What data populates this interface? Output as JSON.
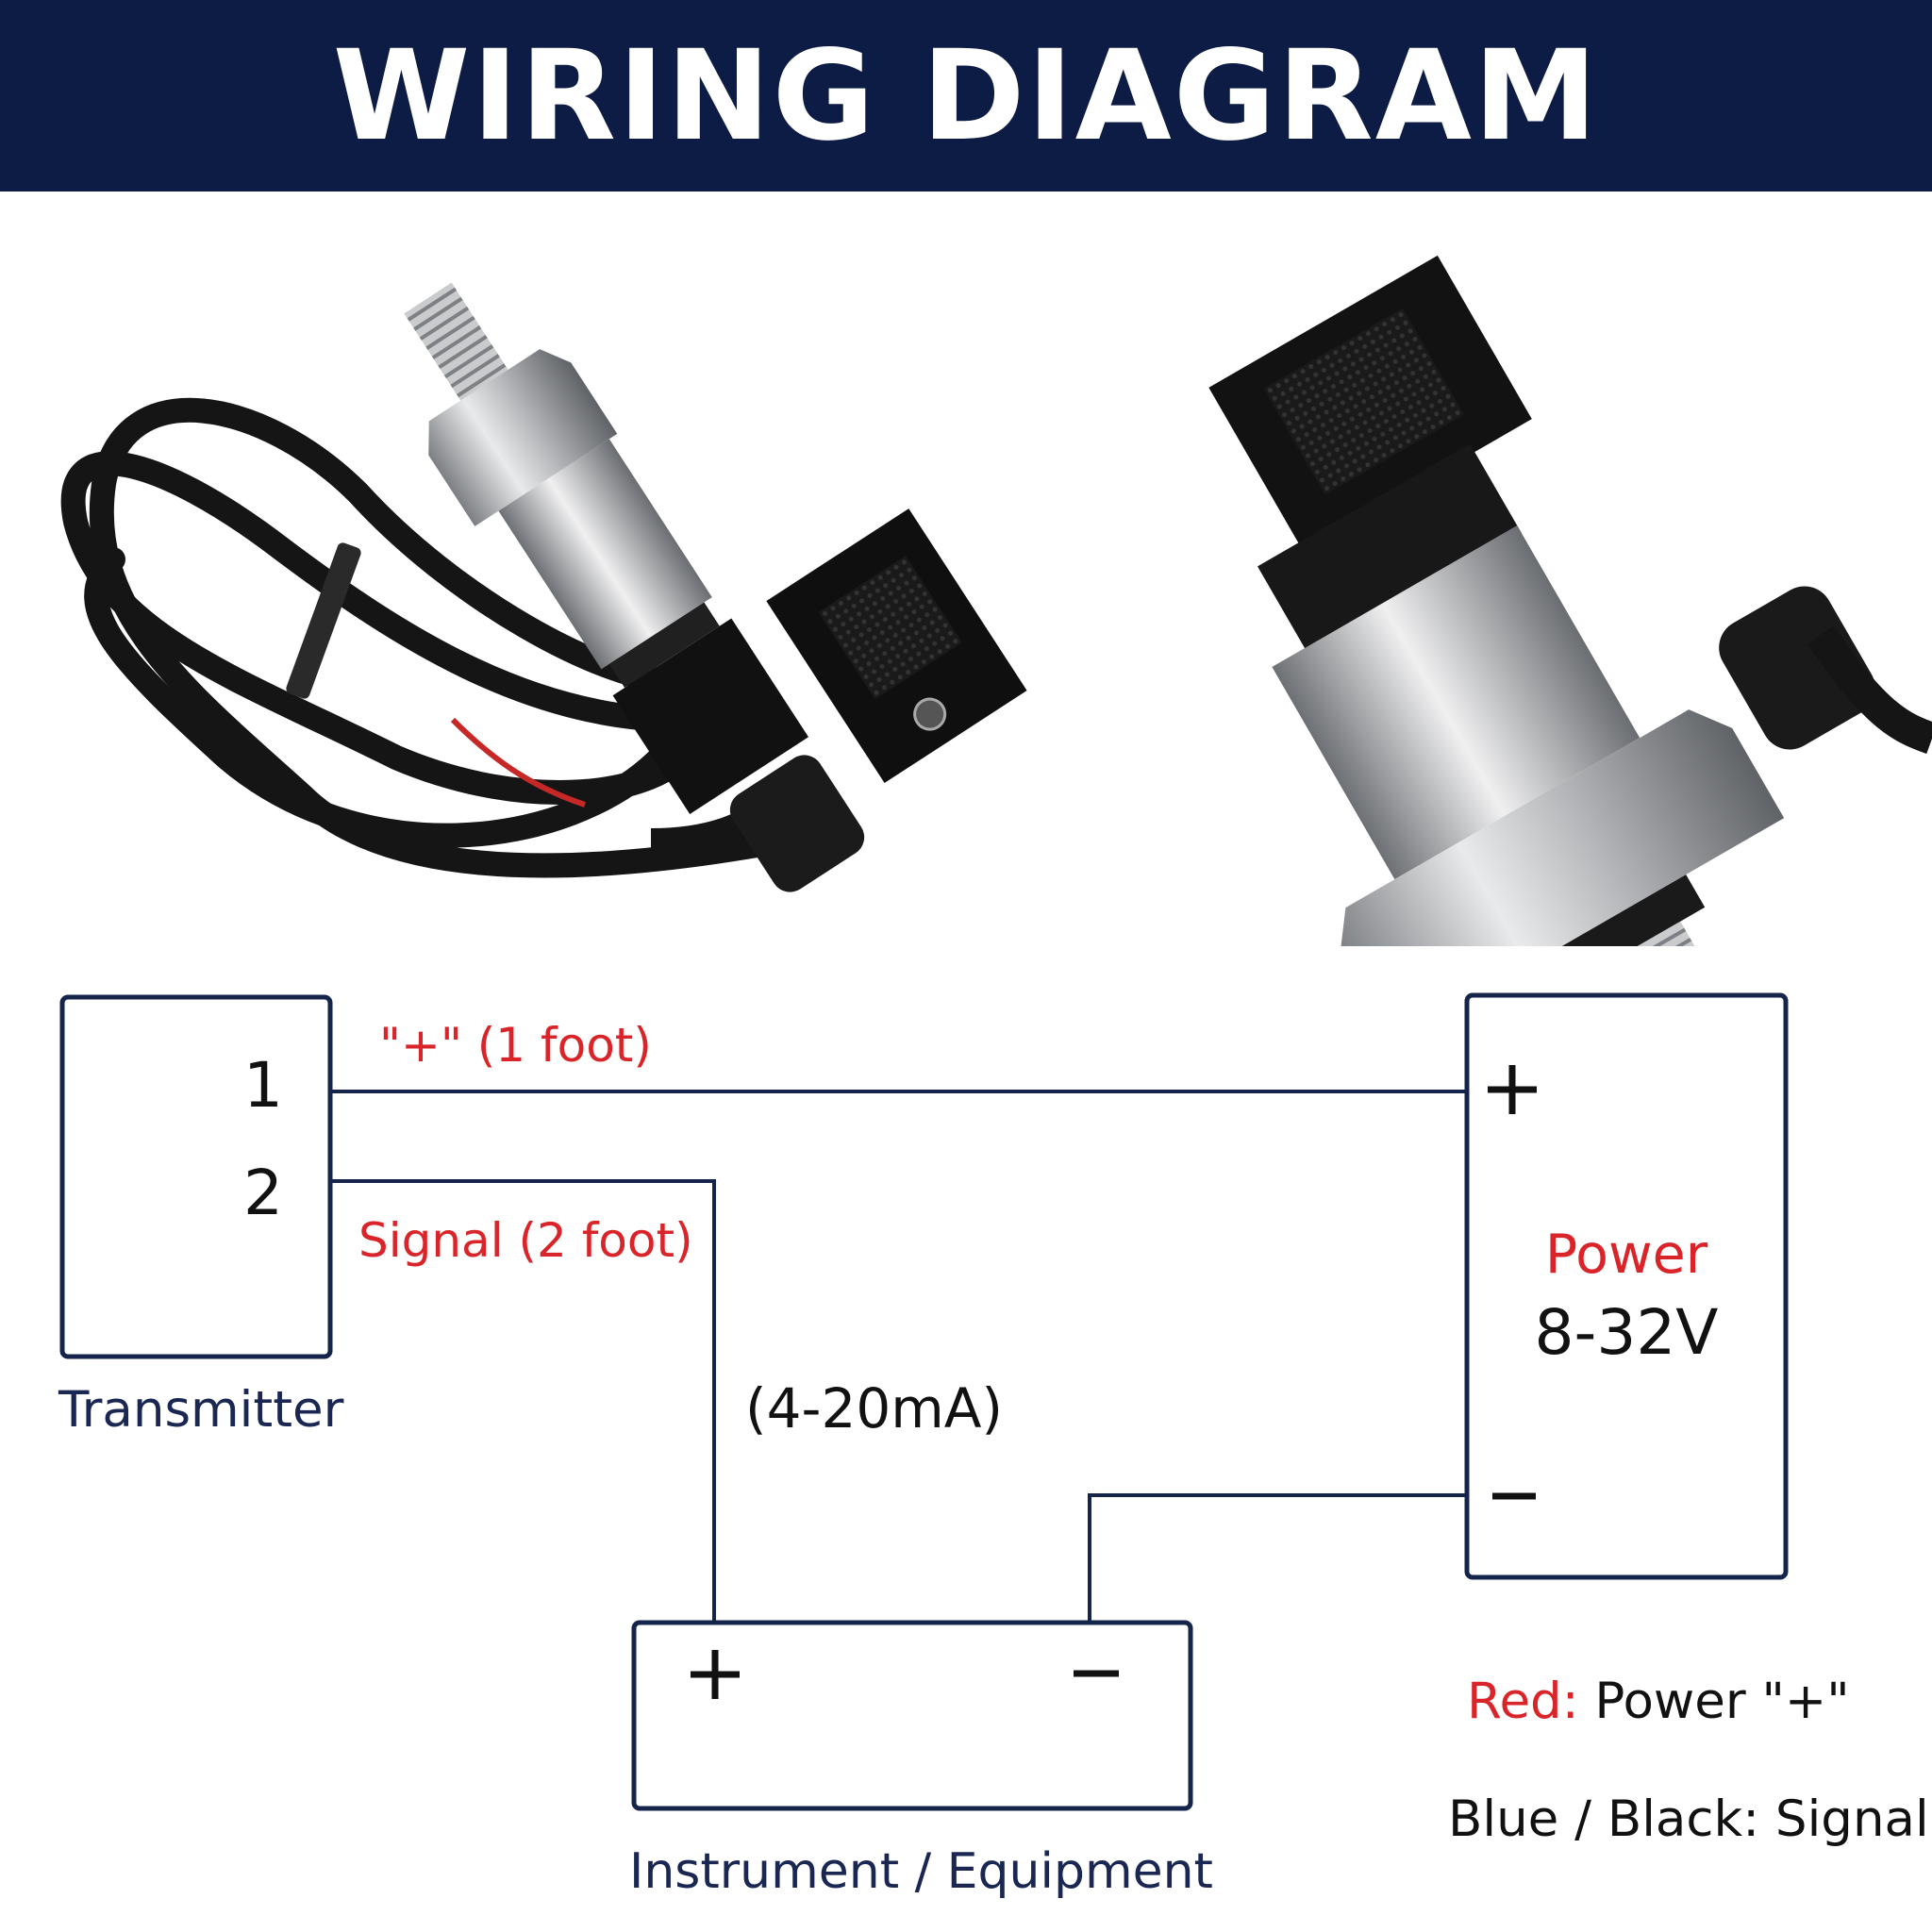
{
  "banner": {
    "title": "WIRING DIAGRAM"
  },
  "diagram": {
    "transmitter": {
      "label": "Transmitter",
      "pin1": "1",
      "pin2": "2"
    },
    "wire_plus_label": "\"+\" (1 foot)",
    "wire_signal_label": "Signal (2 foot)",
    "current_label": "(4-20mA)",
    "power": {
      "title": "Power",
      "voltage": "8-32V",
      "plus": "+",
      "minus": "−"
    },
    "instrument": {
      "label": "Instrument / Equipment",
      "plus": "+",
      "minus": "−"
    }
  },
  "legend": {
    "red_key": "Red:",
    "red_value": "Power \"+\"",
    "blue_black": "Blue / Black: Signal"
  },
  "colors": {
    "banner": "#0d1c44",
    "accent_red": "#d9252a",
    "line_navy": "#14244a"
  }
}
